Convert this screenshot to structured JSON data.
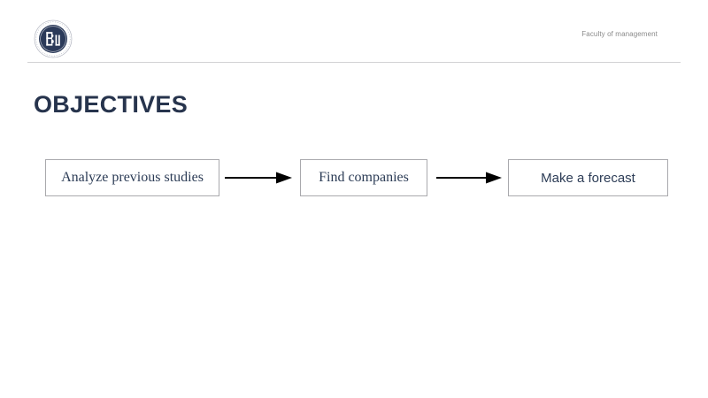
{
  "slide": {
    "header": {
      "logo_name": "hse-university-logo",
      "faculty_label": "Faculty of management"
    },
    "title": "OBJECTIVES",
    "flow": {
      "steps": [
        {
          "label": "Analyze previous studies"
        },
        {
          "label": "Find companies"
        },
        {
          "label": "Make a forecast"
        }
      ],
      "arrows": [
        {
          "name": "arrow-right-icon"
        },
        {
          "name": "arrow-right-icon"
        }
      ]
    }
  },
  "colors": {
    "title": "#27344d",
    "body_text": "#2c3c56",
    "muted_text": "#8a8a8a",
    "box_border": "#a9a9ad",
    "rule": "#d2d2d4",
    "logo_navy": "#2b3a59",
    "background": "#ffffff"
  }
}
